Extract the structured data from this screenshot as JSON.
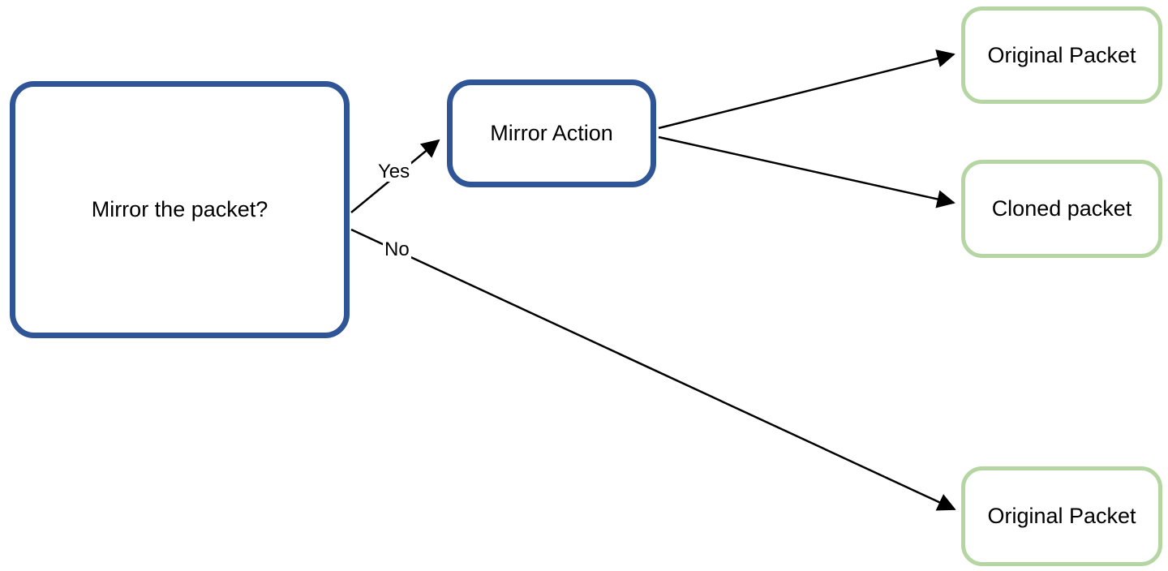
{
  "diagram": {
    "nodes": {
      "decision": {
        "label": "Mirror the packet?"
      },
      "mirror_action": {
        "label": "Mirror Action"
      },
      "original_packet_top": {
        "label": "Original Packet"
      },
      "cloned_packet": {
        "label": "Cloned packet"
      },
      "original_packet_bottom": {
        "label": "Original Packet"
      }
    },
    "edges": {
      "yes": {
        "label": "Yes"
      },
      "no": {
        "label": "No"
      }
    },
    "colors": {
      "blue_border": "#2F5597",
      "green_border": "#B5D6A2",
      "arrow": "#000000",
      "background": "#FFFFFF"
    }
  }
}
